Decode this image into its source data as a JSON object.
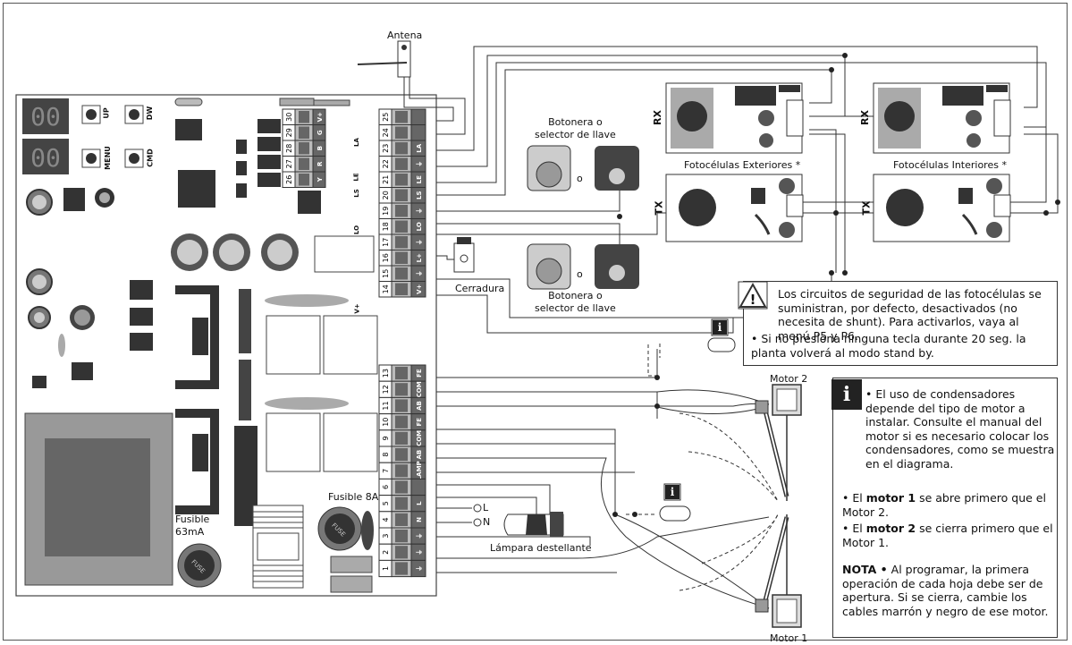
{
  "labels": {
    "antenna": "Antena",
    "pushbutton_1": "Botonera o\nselector de llave",
    "pushbutton_2": "Botonera o\nselector de llave",
    "or_1": "o",
    "or_2": "o",
    "lock": "Cerradura",
    "photocells_ext": "Fotocélulas Exteriores *",
    "photocells_int": "Fotocélulas Interiores *",
    "rx": "RX",
    "tx": "TX",
    "motor2": "Motor 2",
    "motor1": "Motor 1",
    "fuse_8a": "Fusible 8A",
    "fuse_63ma_line1": "Fusible",
    "fuse_63ma_line2": "63mA",
    "fuse_word": "FUSE",
    "lamp": "Lámpara destellante",
    "buttons": [
      "UP",
      "DW",
      "MENU",
      "CMD"
    ],
    "side_marks": [
      "LA",
      "LE",
      "LS",
      "LO",
      "V+"
    ],
    "phase_L": "L",
    "phase_N": "N"
  },
  "terminals_upper": {
    "numbers": [
      "30",
      "29",
      "28",
      "27",
      "26"
    ],
    "letters": [
      "V+",
      "G",
      "B",
      "R",
      "Y"
    ]
  },
  "terminals_main": {
    "numbers": [
      "25",
      "24",
      "23",
      "22",
      "21",
      "20",
      "19",
      "18",
      "17",
      "16",
      "15",
      "14"
    ],
    "labels": [
      "",
      "",
      "LA",
      "⏚",
      "LE",
      "LS",
      "⏚",
      "LO",
      "⏚",
      "L+",
      "⏚",
      "V+"
    ]
  },
  "terminals_lower": {
    "numbers": [
      "13",
      "12",
      "11",
      "10",
      "9",
      "8",
      "7",
      "6",
      "5",
      "4",
      "3",
      "2",
      "1"
    ],
    "labels": [
      "FE",
      "COM",
      "AB",
      "FE",
      "COM",
      "AB",
      "LAMP",
      "",
      "L",
      "N",
      "⏚",
      "⏚",
      "⏚"
    ]
  },
  "note_warning": "Los circuitos de seguridad de las fotocélulas se suministran, por defecto, desactivados (no necesita de shunt). Para activarlos, vaya al menú P5 y P6.",
  "note_warning_2": "• Si no presiona ninguna tecla durante 20 seg. la planta volverá al modo stand by.",
  "note_info_1": "• El uso de condensadores depende del tipo de motor a instalar. Consulte el manual del motor si es necesario colocar los condensadores, como se muestra en el diagrama.",
  "note_info_2_pre": "• El ",
  "note_info_2_bold": "motor 1",
  "note_info_2_post": " se abre primero que el Motor 2.",
  "note_info_3_pre": "• El ",
  "note_info_3_bold": "motor 2",
  "note_info_3_post": " se cierra primero que el Motor 1.",
  "note_info_4_bold": "NOTA •",
  "note_info_4_post": "  Al programar, la primera operación de cada hoja debe ser de apertura. Si se cierra, cambie los cables marrón y negro de ese motor.",
  "info_glyph": "i",
  "warning_glyph": "!"
}
